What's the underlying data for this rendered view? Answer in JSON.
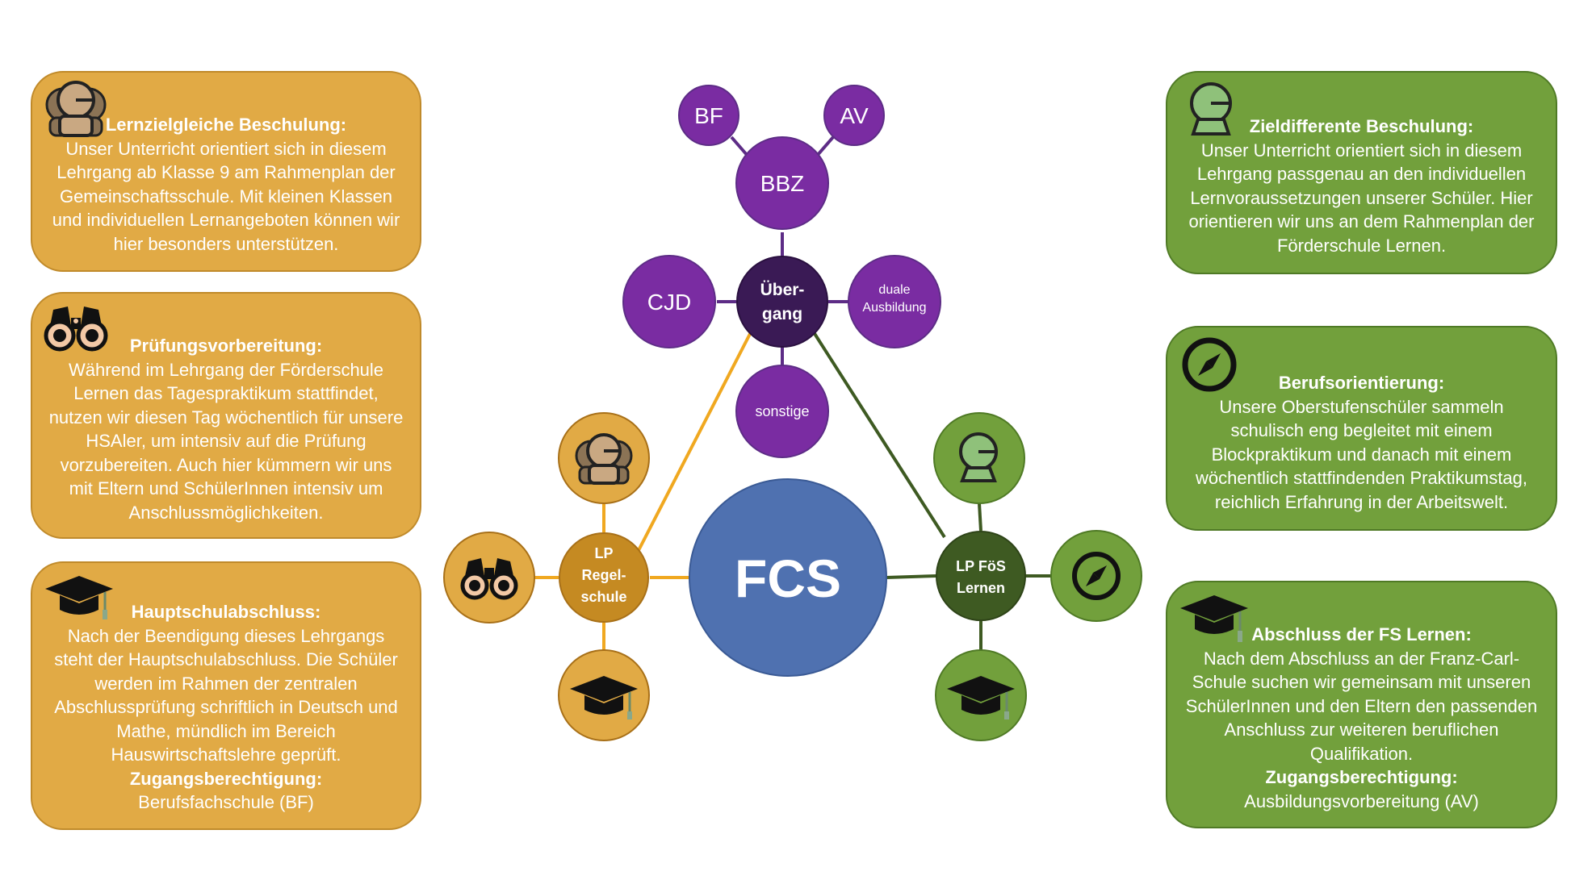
{
  "colors": {
    "orange": "#e1aa45",
    "orange_line": "#f0a820",
    "green": "#72a03c",
    "green_line": "#3e5a22",
    "purple": "#7a2ca2",
    "purple_dark": "#3a1a55",
    "blue": "#4f71b0"
  },
  "left_boxes": [
    {
      "icon": "people-icon",
      "title": "Lernzielgleiche Beschulung:",
      "text": "Unser Unterricht orientiert sich in diesem Lehrgang ab Klasse 9 am Rahmenplan der Gemeinschaftsschule. Mit kleinen Klassen und individuellen Lernangeboten können wir hier besonders unterstützen."
    },
    {
      "icon": "binoculars-icon",
      "title": "Prüfungsvorbereitung:",
      "text": "Während im Lehrgang der Förderschule Lernen das Tagespraktikum stattfindet, nutzen wir diesen Tag wöchentlich für unsere HSAler, um intensiv auf die Prüfung vorzubereiten. Auch hier kümmern wir uns mit Eltern und SchülerInnen intensiv um Anschlussmöglichkeiten."
    },
    {
      "icon": "graduation-cap-icon",
      "title": "Hauptschulabschluss:",
      "text": "Nach der Beendigung dieses Lehrgangs steht der Hauptschulabschluss. Die Schüler werden im Rahmen der zentralen Abschlussprüfung schriftlich in Deutsch und Mathe, mündlich im Bereich Hauswirtschaftslehre geprüft.",
      "sub_title": "Zugangsberechtigung:",
      "sub_text": "Berufsfachschule (BF)"
    }
  ],
  "right_boxes": [
    {
      "icon": "person-icon",
      "title": "Zieldifferente Beschulung:",
      "text": "Unser Unterricht orientiert sich in diesem Lehrgang passgenau an den individuellen Lernvoraussetzungen unserer Schüler. Hier orientieren wir uns an dem Rahmenplan der Förderschule Lernen."
    },
    {
      "icon": "compass-icon",
      "title": "Berufsorientierung:",
      "text": "Unsere Oberstufenschüler sammeln schulisch eng begleitet mit einem Blockpraktikum und danach mit einem wöchentlich stattfindenden Praktikumstag, reichlich Erfahrung in der Arbeitswelt."
    },
    {
      "icon": "graduation-cap-icon",
      "title": "Abschluss der FS Lernen:",
      "text": "Nach dem Abschluss an der Franz-Carl-Schule suchen wir gemeinsam mit unseren SchülerInnen und den Eltern den passenden Anschluss zur weiteren beruflichen Qualifikation.",
      "sub_title": "Zugangsberechtigung:",
      "sub_text": "Ausbildungsvorbereitung (AV)"
    }
  ],
  "nodes": {
    "fcs": "FCS",
    "uebergang": [
      "Über-",
      "gang"
    ],
    "bbz": "BBZ",
    "bf": "BF",
    "av": "AV",
    "cjd": "CJD",
    "duale": [
      "duale",
      "Ausbildung"
    ],
    "sonstige": "sonstige",
    "lp_regel": [
      "LP",
      "Regel-",
      "schule"
    ],
    "lp_foes": [
      "LP FöS",
      "Lernen"
    ]
  }
}
